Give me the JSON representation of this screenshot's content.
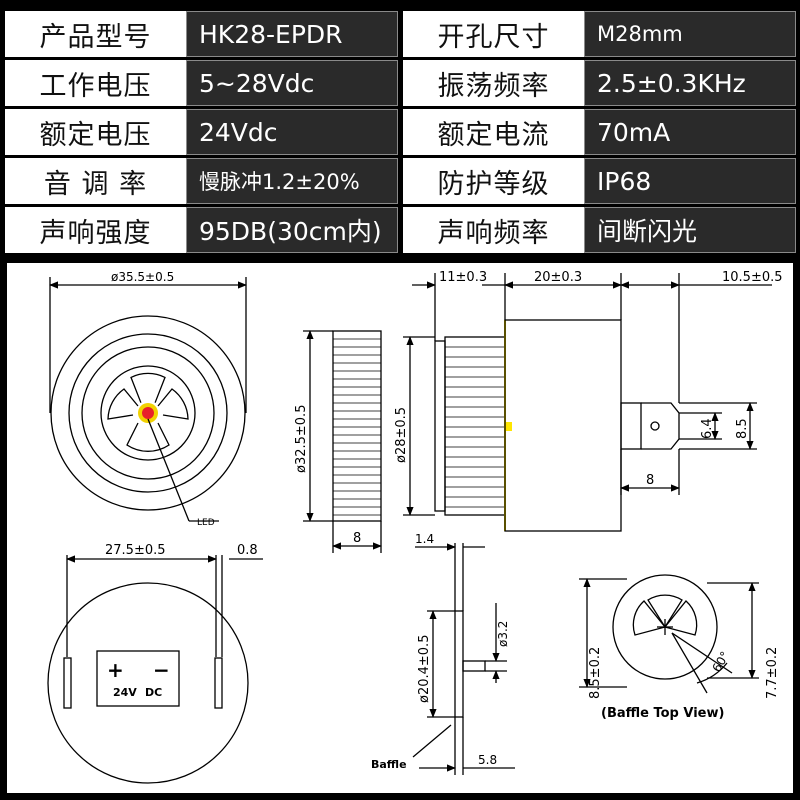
{
  "specs": {
    "rows": [
      {
        "label_left": "产品型号",
        "value_left": "HK28-EPDR",
        "label_right": "开孔尺寸",
        "value_right": "M28mm"
      },
      {
        "label_left": "工作电压",
        "value_left": "5~28Vdc",
        "label_right": "振荡频率",
        "value_right": "2.5±0.3KHz"
      },
      {
        "label_left": "额定电压",
        "value_left": "24Vdc",
        "label_right": "额定电流",
        "value_right": "70mA"
      },
      {
        "label_left": "音 调 率",
        "value_left": "慢脉冲1.2±20%",
        "label_right": "防护等级",
        "value_right": "IP68"
      },
      {
        "label_left": "声响强度",
        "value_left": "95DB(30cm内)",
        "label_right": "声响频率",
        "value_right": "间断闪光"
      }
    ]
  },
  "drawing": {
    "front": {
      "diameter": "ø35.5±0.5",
      "led": "LED"
    },
    "rear": {
      "width": "27.5±0.5",
      "pin": "0.8",
      "plus": "+",
      "minus": "−",
      "voltage": "24V",
      "dc": "DC"
    },
    "side_ring": {
      "diameter": "ø32.5±0.5",
      "width": "8"
    },
    "side_body": {
      "dim_a": "11±0.3",
      "dim_b": "20±0.3",
      "dim_c": "10.5±0.5",
      "thread": "ø28±0.5",
      "tab_inner": "6.4",
      "tab_outer": "8.5",
      "tab_len": "8"
    },
    "baffle_side": {
      "thick": "1.4",
      "dia": "ø20.4±0.5",
      "boss": "ø3.2",
      "boss_len": "5.8",
      "label": "Baffle"
    },
    "baffle_top": {
      "h1": "8.5±0.2",
      "h2": "7.7±0.2",
      "angle": "60°",
      "caption": "(Baffle Top View)"
    }
  },
  "colors": {
    "led": "#e8202a",
    "led_ring": "#f2d200",
    "accent_line": "#ffe600"
  }
}
